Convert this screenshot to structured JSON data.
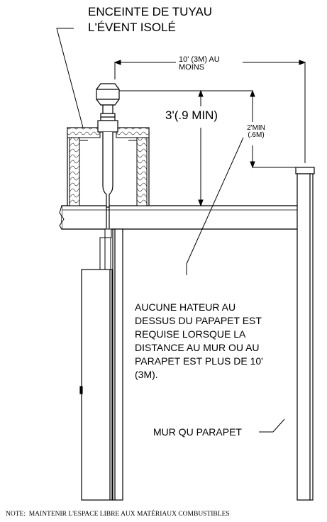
{
  "diagram": {
    "enclosure_label": "ENCEINTE DE TUYAU\nL'ÉVENT ISOLÉ",
    "dim_wall_distance": "10' (3M) AU\nMOINS",
    "dim_vent_height": "3'(.9 MIN)",
    "dim_parapet_clearance": "2'MIN\n(.6M)",
    "note_no_height": "AUCUNE HATEUR AU\nDESSUS DU PAPAPET EST\nREQUISE LORSQUE LA\nDISTANCE AU MUR OU AU\nPARAPET EST PLUS DE 10'\n(3M).",
    "wall_label": "MUR QU PARAPET",
    "footnote": "NOTE:  MAINTENIR L'ESPACE LIBRE AUX MATÉRIAUX COMBUSTIBLES"
  },
  "colors": {
    "line": "#000000",
    "background": "#ffffff",
    "insulation": "#ffffff"
  }
}
